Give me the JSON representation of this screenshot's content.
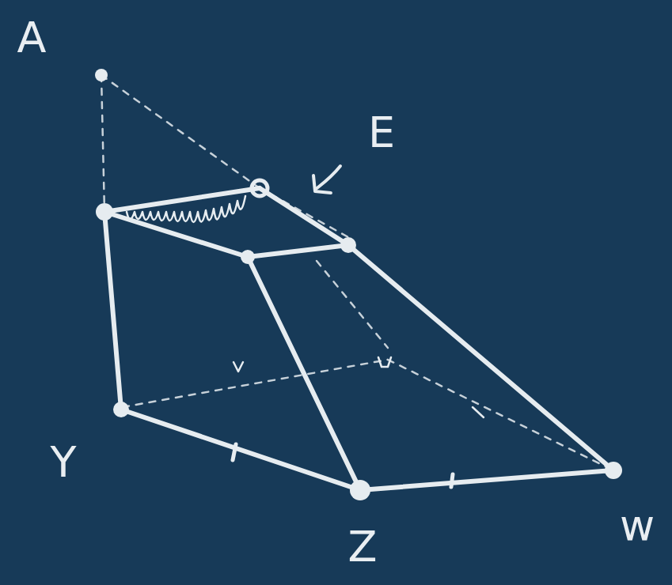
{
  "diagram": {
    "labels": [
      "A",
      "E",
      "Y",
      "Z",
      "w"
    ]
  }
}
